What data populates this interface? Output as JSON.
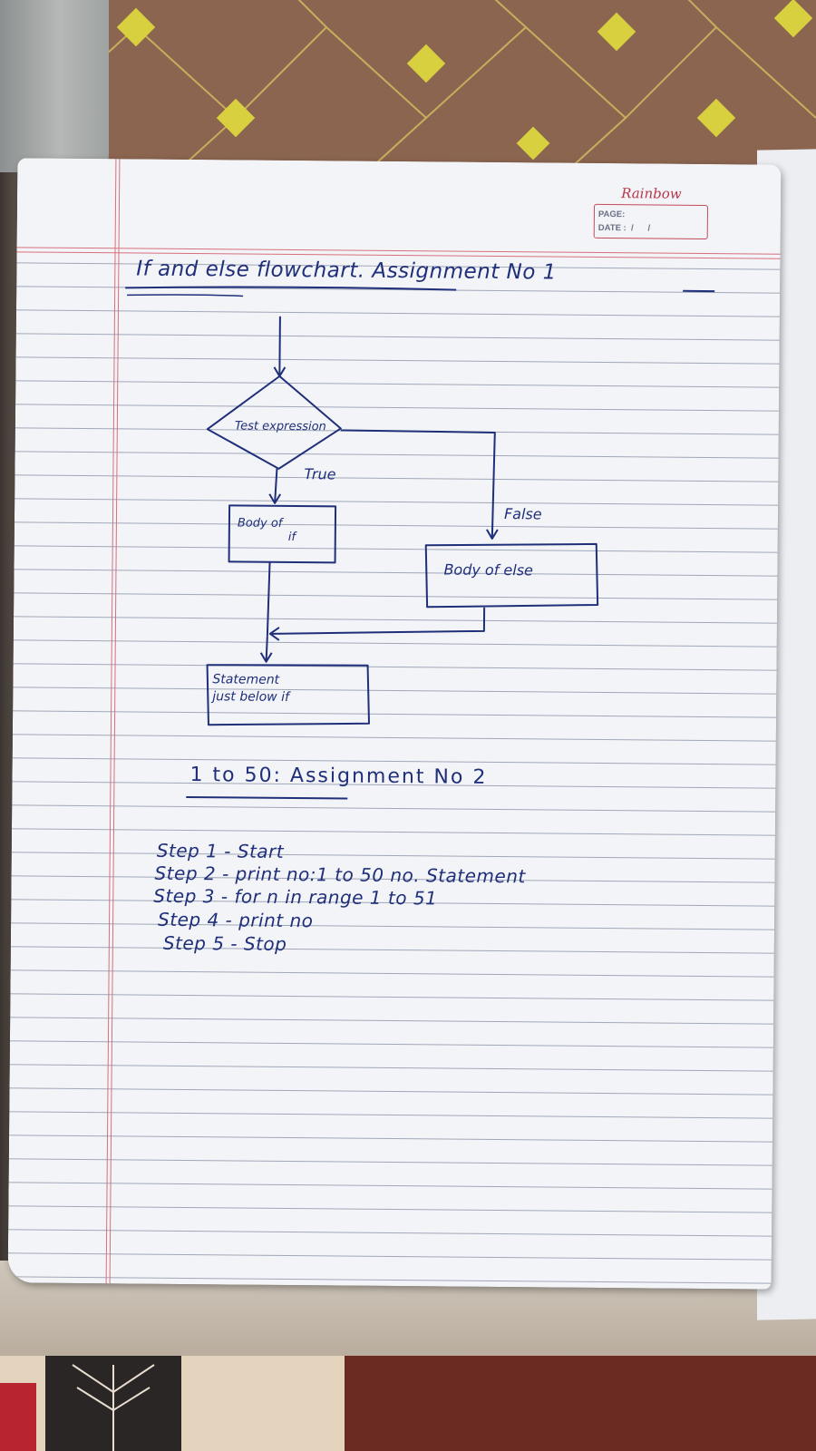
{
  "brand": "Rainbow",
  "header_box": {
    "page_label": "PAGE:",
    "date_label": "DATE :  /      /"
  },
  "assignment1": {
    "title": "If and else flowchart. Assignment No 1",
    "flowchart": {
      "condition": "Test expression",
      "true_label": "True",
      "false_label": "False",
      "if_body": [
        "Body of",
        "if"
      ],
      "else_body": "Body of else",
      "after": [
        "Statement",
        "just below if"
      ]
    }
  },
  "assignment2": {
    "title": "1 to 50: Assignment No 2",
    "steps": [
      "Step 1 - Start",
      "Step 2 - print no:1 to 50 no. Statement",
      "Step 3 - for n in range 1 to 51",
      "Step 4 - print no",
      "Step 5 - Stop"
    ]
  },
  "colors": {
    "ink": "#1f2f7a",
    "margin": "#d7707e",
    "rule": "#9fa7b8",
    "paper": "#f3f4f7"
  }
}
